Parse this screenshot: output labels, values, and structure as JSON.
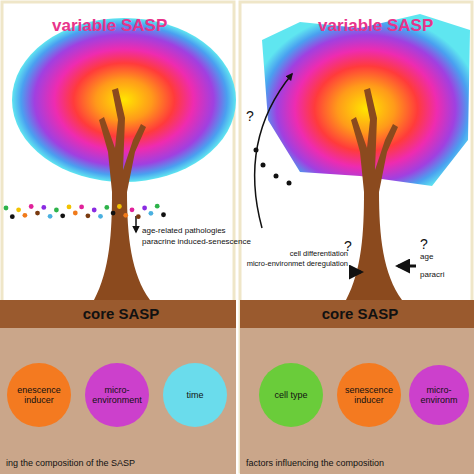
{
  "diagram": {
    "nodes": [
      {
        "text": [
          "core SASP"
        ]
      },
      {
        "text": [
          "ing the composition of the SASP"
        ]
      },
      {
        "text": [
          "enescence inducer"
        ],
        "in": 1
      },
      {
        "text": [
          "micro-environment"
        ],
        "in": 1
      },
      {
        "text": [
          "time"
        ],
        "in": 1
      },
      {
        "text": [
          "core SASP"
        ]
      },
      {
        "text": [
          "factors influencing the composition"
        ]
      },
      {
        "text": [
          "cell type"
        ],
        "in": 6
      },
      {
        "text": [
          "senescence inducer"
        ],
        "in": 6
      },
      {
        "text": [
          "micro-environm"
        ],
        "in": 6
      }
    ],
    "edges": [
      {
        "from": 2,
        "to": 0,
        "arrow": "to"
      },
      {
        "from": 3,
        "to": 0,
        "arrow": "to"
      },
      {
        "from": 4,
        "to": 0,
        "arrow": "to"
      },
      {
        "from": 7,
        "to": 5,
        "arrow": "to"
      },
      {
        "from": 8,
        "to": 5,
        "arrow": "to"
      },
      {
        "from": 9,
        "to": 5,
        "arrow": "to"
      }
    ],
    "labels": [
      "variable SASP",
      "age-related pathologies",
      "paracrine induced-senescence",
      "variable SASP",
      "?",
      "cell differentiation",
      "micro-environmet deregulation",
      "?",
      "?",
      "age",
      "paracri"
    ]
  }
}
